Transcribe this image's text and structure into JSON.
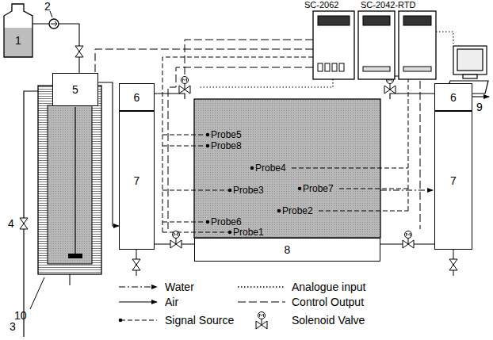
{
  "diagram": {
    "nodes": [
      {
        "text": [
          "1"
        ]
      },
      {
        "text": [
          "5"
        ]
      },
      {
        "text": [
          "6"
        ]
      },
      {
        "text": [
          "7"
        ]
      },
      {
        "text": [
          "8"
        ]
      },
      {
        "text": [
          "6"
        ]
      },
      {
        "text": [
          "7"
        ]
      }
    ],
    "edges": [
      {
        "from": 0,
        "to": 1,
        "arrow": "none"
      },
      {
        "from": 1,
        "to": 3,
        "arrow": "to"
      },
      {
        "from": 3,
        "to": 4,
        "arrow": "none"
      },
      {
        "from": 4,
        "to": 6,
        "arrow": "none"
      }
    ],
    "labels": [
      "SC-2062",
      "SC-2042-RTD",
      "2",
      "Probe5",
      "Probe8",
      "Probe4",
      "Probe3",
      "Probe7",
      "4",
      "Probe2",
      "Probe6",
      "Probe1",
      "9",
      "3",
      "10"
    ],
    "legend": [
      {
        "text": "Water"
      },
      {
        "text": "Air"
      },
      {
        "text": "Signal Source"
      },
      {
        "text": "Analogue input"
      },
      {
        "text": "Control Output"
      },
      {
        "text": "Solenoid Valve"
      }
    ]
  }
}
